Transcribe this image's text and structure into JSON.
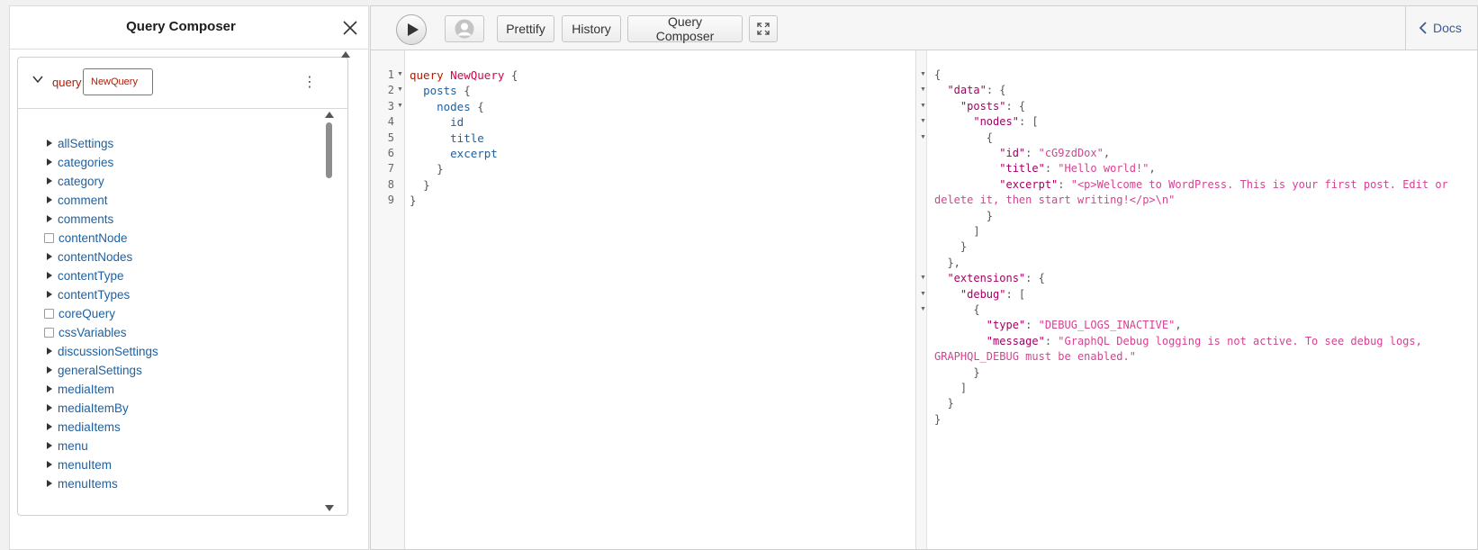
{
  "composer": {
    "title": "Query Composer",
    "operation_keyword": "query",
    "operation_name": "NewQuery",
    "menu_glyph": "⋮",
    "fields": [
      {
        "name": "allSettings",
        "kind": "arrow"
      },
      {
        "name": "categories",
        "kind": "arrow"
      },
      {
        "name": "category",
        "kind": "arrow"
      },
      {
        "name": "comment",
        "kind": "arrow"
      },
      {
        "name": "comments",
        "kind": "arrow"
      },
      {
        "name": "contentNode",
        "kind": "checkbox"
      },
      {
        "name": "contentNodes",
        "kind": "arrow"
      },
      {
        "name": "contentType",
        "kind": "arrow"
      },
      {
        "name": "contentTypes",
        "kind": "arrow"
      },
      {
        "name": "coreQuery",
        "kind": "checkbox"
      },
      {
        "name": "cssVariables",
        "kind": "checkbox"
      },
      {
        "name": "discussionSettings",
        "kind": "arrow"
      },
      {
        "name": "generalSettings",
        "kind": "arrow"
      },
      {
        "name": "mediaItem",
        "kind": "arrow"
      },
      {
        "name": "mediaItemBy",
        "kind": "arrow"
      },
      {
        "name": "mediaItems",
        "kind": "arrow"
      },
      {
        "name": "menu",
        "kind": "arrow"
      },
      {
        "name": "menuItem",
        "kind": "arrow"
      },
      {
        "name": "menuItems",
        "kind": "arrow"
      }
    ]
  },
  "toolbar": {
    "prettify_label": "Prettify",
    "history_label": "History",
    "composer_label": "Query Composer",
    "docs_label": "Docs"
  },
  "editor": {
    "line_numbers": [
      "1",
      "2",
      "3",
      "4",
      "5",
      "6",
      "7",
      "8",
      "9"
    ],
    "lines": [
      {
        "indent": "",
        "keyword": "query",
        "name": "NewQuery",
        "rest": " {"
      },
      {
        "indent": "  ",
        "field": "posts",
        "rest": " {"
      },
      {
        "indent": "    ",
        "field": "nodes",
        "rest": " {"
      },
      {
        "indent": "      ",
        "field": "id",
        "rest": ""
      },
      {
        "indent": "      ",
        "field": "title",
        "rest": ""
      },
      {
        "indent": "      ",
        "field": "excerpt",
        "rest": ""
      },
      {
        "indent": "    ",
        "rest": "}"
      },
      {
        "indent": "  ",
        "rest": "}"
      },
      {
        "indent": "",
        "rest": "}"
      }
    ]
  },
  "result": {
    "lines": [
      {
        "fold": true,
        "pre": "{"
      },
      {
        "fold": true,
        "pre": "  ",
        "key": "\"data\"",
        "post": ": {"
      },
      {
        "fold": true,
        "pre": "    ",
        "key": "\"posts\"",
        "post": ": {"
      },
      {
        "fold": true,
        "pre": "      ",
        "key": "\"nodes\"",
        "post": ": ["
      },
      {
        "fold": true,
        "pre": "        {"
      },
      {
        "fold": false,
        "pre": "          ",
        "key": "\"id\"",
        "post": ": ",
        "str": "\"cG9zdDox\"",
        "tail": ","
      },
      {
        "fold": false,
        "pre": "          ",
        "key": "\"title\"",
        "post": ": ",
        "str": "\"Hello world!\"",
        "tail": ","
      },
      {
        "fold": false,
        "pre": "          ",
        "key": "\"excerpt\"",
        "post": ": ",
        "str": "\"<p>Welcome to WordPress. This is your first post. Edit or",
        "tail": ""
      },
      {
        "fold": false,
        "pre": "",
        "str": "delete it, then start writing!</p>\\n\"",
        "tail": ""
      },
      {
        "fold": false,
        "pre": "        }"
      },
      {
        "fold": false,
        "pre": "      ]"
      },
      {
        "fold": false,
        "pre": "    }"
      },
      {
        "fold": false,
        "pre": "  },"
      },
      {
        "fold": true,
        "pre": "  ",
        "key": "\"extensions\"",
        "post": ": {"
      },
      {
        "fold": true,
        "pre": "    ",
        "key": "\"debug\"",
        "post": ": ["
      },
      {
        "fold": true,
        "pre": "      {"
      },
      {
        "fold": false,
        "pre": "        ",
        "key": "\"type\"",
        "post": ": ",
        "str": "\"DEBUG_LOGS_INACTIVE\"",
        "tail": ","
      },
      {
        "fold": false,
        "pre": "        ",
        "key": "\"message\"",
        "post": ": ",
        "str": "\"GraphQL Debug logging is not active. To see debug logs,",
        "tail": ""
      },
      {
        "fold": false,
        "pre": "",
        "str": "GRAPHQL_DEBUG must be enabled.\"",
        "tail": ""
      },
      {
        "fold": false,
        "pre": "      }"
      },
      {
        "fold": false,
        "pre": "    ]"
      },
      {
        "fold": false,
        "pre": "  }"
      },
      {
        "fold": false,
        "pre": "}"
      }
    ]
  },
  "colors": {
    "keyword": "#b11a04",
    "field": "#1f61a0",
    "json_key": "#a30062",
    "json_string": "#d64292"
  }
}
